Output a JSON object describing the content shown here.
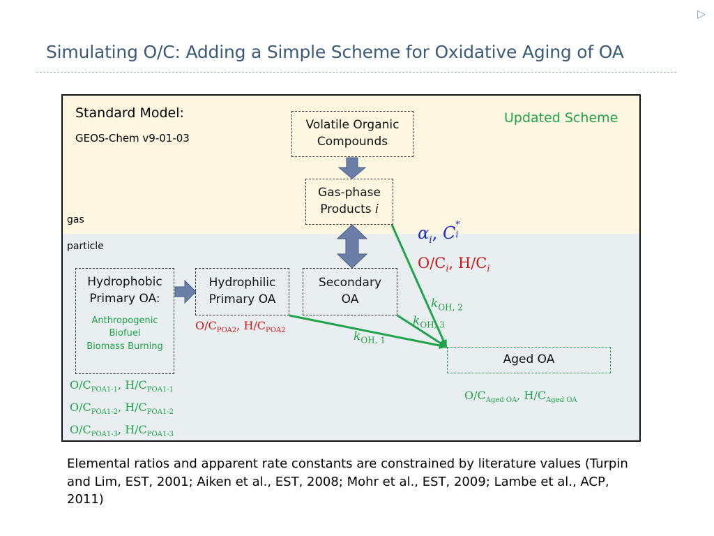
{
  "title": "Simulating O/C: Adding a Simple Scheme for Oxidative Aging of OA",
  "corner_mark": "▷",
  "diagram": {
    "standard_model": "Standard Model:",
    "model_version": "GEOS-Chem v9-01-03",
    "updated_scheme": "Updated Scheme",
    "gas_label": "gas",
    "particle_label": "particle",
    "voc_line1": "Volatile Organic",
    "voc_line2": "Compounds",
    "gas_products_line1": "Gas-phase",
    "gas_products_line2": "Products",
    "gas_products_index": "i",
    "hydrophobic_line1": "Hydrophobic",
    "hydrophobic_line2": "Primary OA:",
    "sources": [
      "Anthropogenic",
      "Biofuel",
      "Biomass Burning"
    ],
    "hydrophilic_line1": "Hydrophilic",
    "hydrophilic_line2": "Primary OA",
    "secondary_line1": "Secondary",
    "secondary_line2": "OA",
    "aged_oa": "Aged OA",
    "alpha": "α",
    "alpha_sub": "i",
    "comma": ",",
    "c_symbol": "C",
    "c_sub": "i",
    "c_sup": "*",
    "oc_prefix": "O/C",
    "hc_prefix": "H/C",
    "index_i": "i",
    "sep": ",",
    "poa2_sub": "POA2",
    "poa1_subs": [
      "POA1-1",
      "POA1-2",
      "POA1-3"
    ],
    "aged_sub": "Aged OA",
    "k_symbol": "k",
    "k_subs": [
      "OH, 1",
      "OH, 2",
      "OH, 3"
    ]
  },
  "caption": "Elemental ratios and apparent rate constants are constrained by literature values (Turpin and Lim, EST, 2001; Aiken et al., EST, 2008; Mohr et al., EST, 2009; Lambe et al.,  ACP, 2011)",
  "colors": {
    "title": "#3b5a78",
    "gas_zone": "#fdf6e0",
    "particle_zone": "#e9eef1",
    "green": "#1fa34a",
    "red": "#d21414",
    "blue": "#1a2fc9",
    "block_arrow": "#6a7fa8"
  },
  "icons": [
    "block-arrow-down-icon",
    "block-arrow-double-icon",
    "block-arrow-right-icon"
  ]
}
